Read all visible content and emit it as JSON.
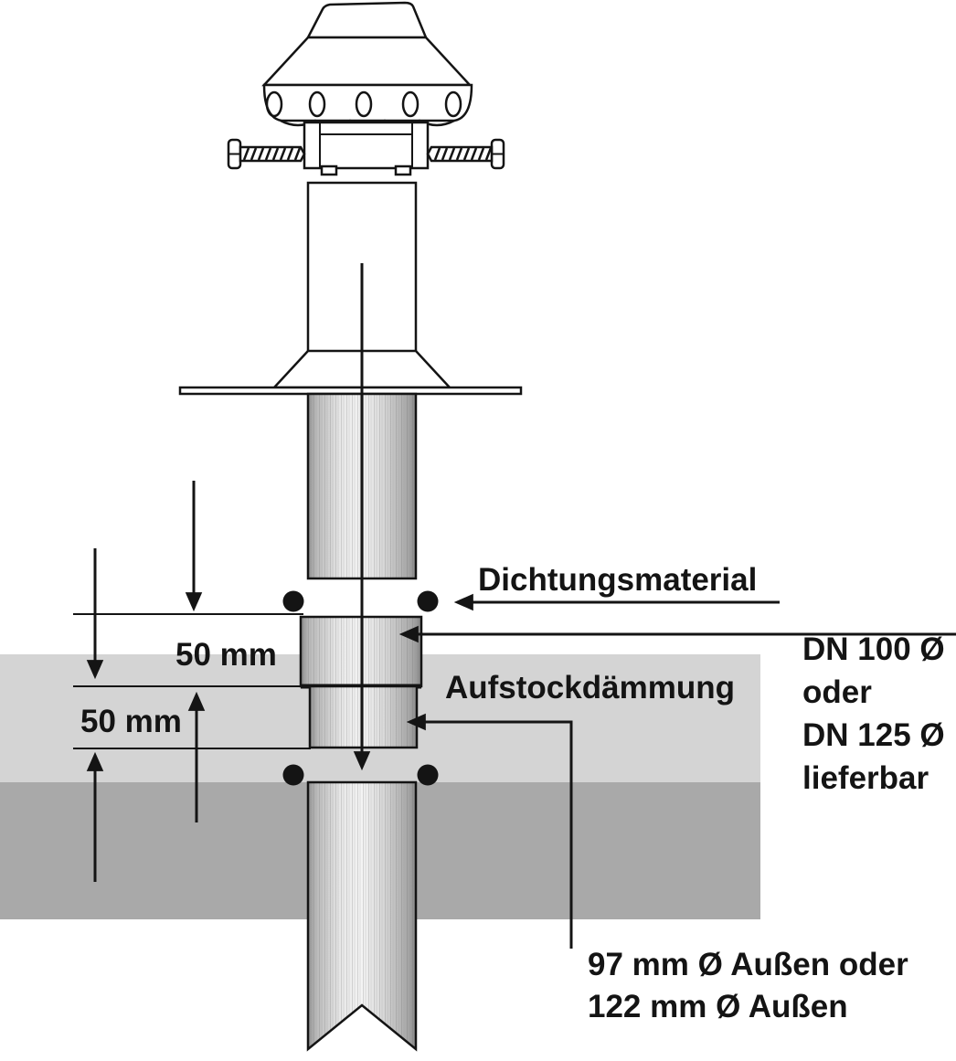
{
  "colors": {
    "line": "#141414",
    "insulation_light": "#d4d4d4",
    "insulation_dark": "#a9a9a9",
    "seal_dot": "#141414"
  },
  "labels": {
    "sealing_material": "Dichtungsmaterial",
    "top_insulation": "Aufstockdämmung",
    "dn_options": [
      "DN 100 Ø",
      "oder",
      "DN 125 Ø",
      "lieferbar"
    ],
    "dimension_upper": "50 mm",
    "dimension_lower": "50 mm",
    "outer_diameter": [
      "97 mm Ø Außen oder",
      "122 mm Ø Außen"
    ]
  }
}
